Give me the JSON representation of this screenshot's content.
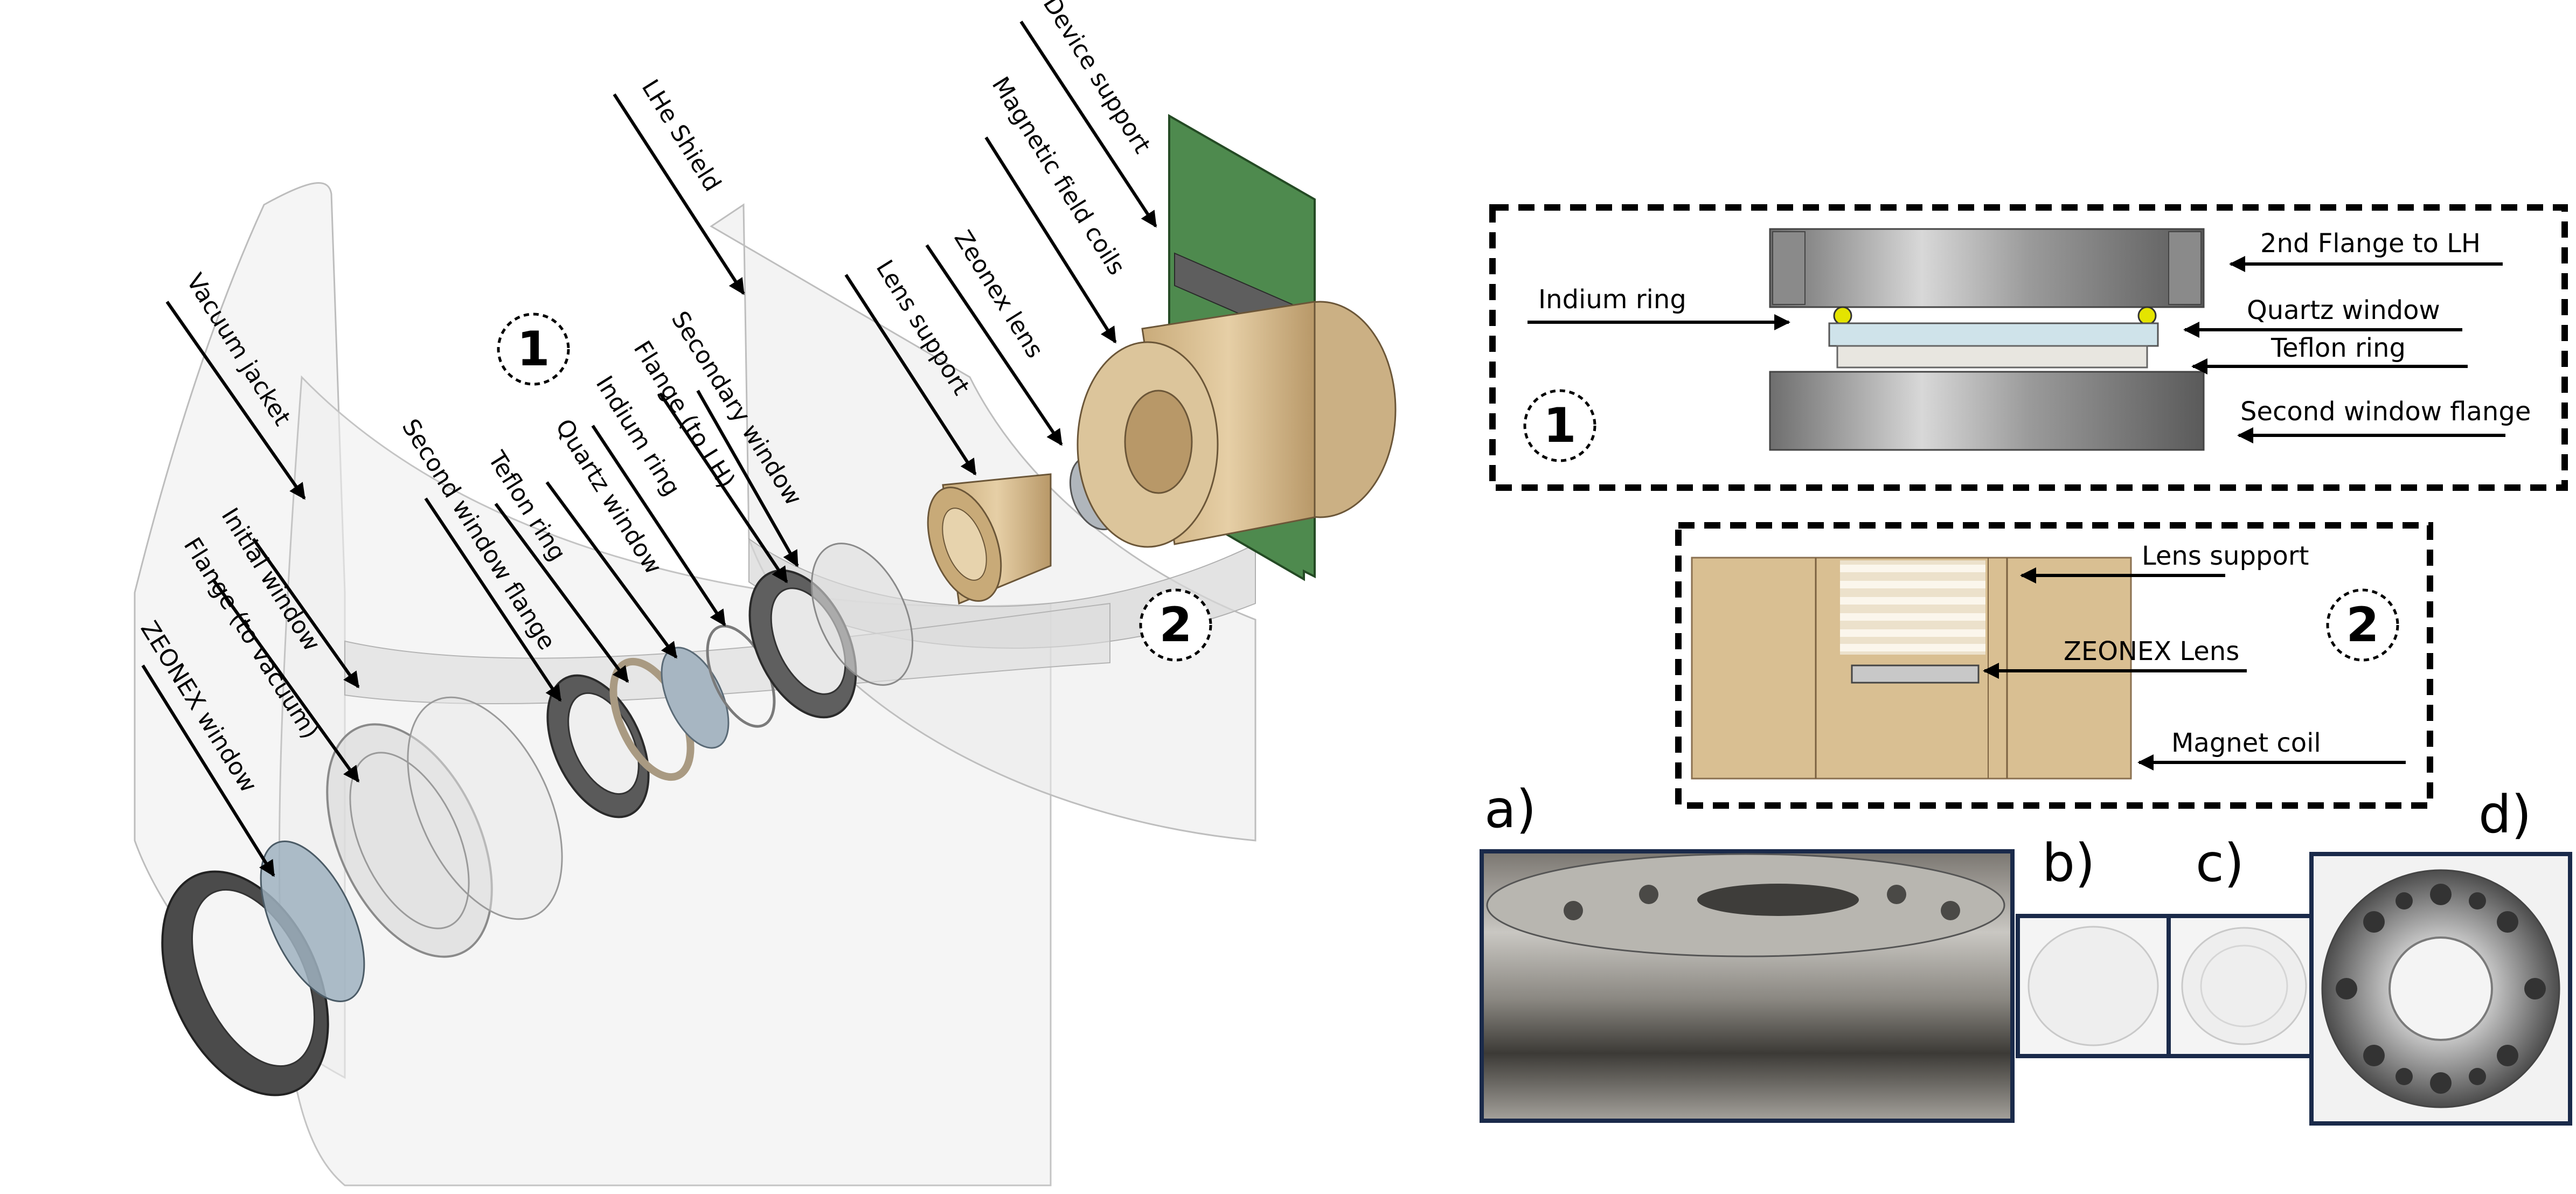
{
  "exploded": {
    "labels": {
      "zeonex_window": "ZEONEX window",
      "flange_vacuum": "Flange (to vacuum)",
      "initial_window": "Initial window",
      "vacuum_jacket": "Vacuum jacket",
      "second_window_flange": "Second window flange",
      "teflon_ring": "Teflon ring",
      "quartz_window": "Quartz window",
      "indium_ring": "Indium ring",
      "flange_lh": "Flange (to LH)",
      "secondary_window": "Secondary window",
      "lhe_shield": "LHe Shield",
      "lens_support": "Lens support",
      "zeonex_lens": "Zeonex lens",
      "magnetic_field_coils": "Magnetic field coils",
      "device_support": "Device support"
    },
    "markers": {
      "one": "1",
      "two": "2"
    }
  },
  "detail1": {
    "marker": "1",
    "labels": {
      "indium_ring": "Indium ring",
      "second_flange": "2nd Flange to LH",
      "quartz_window": "Quartz window",
      "teflon_ring": "Teflon ring",
      "second_window_flange": "Second window flange"
    }
  },
  "detail2": {
    "marker": "2",
    "labels": {
      "lens_support": "Lens support",
      "zeonex_lens": "ZEONEX Lens",
      "magnet_coil": "Magnet coil"
    }
  },
  "photos": {
    "a": "a)",
    "b": "b)",
    "c": "c)",
    "d": "d)"
  },
  "colors": {
    "green_board": "#4e8a4e",
    "tan": "#d9bf92",
    "steel": "#6b6b6b",
    "frame": "#1a2a4a"
  }
}
